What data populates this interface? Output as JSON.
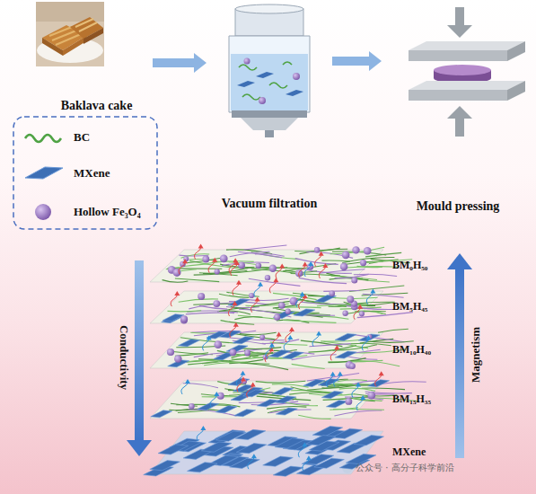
{
  "diagram": {
    "nodes": [
      {
        "text": [
          "Baklava cake"
        ]
      },
      {
        "text": [
          "Vacuum filtration"
        ]
      },
      {
        "text": [
          "Mould pressing"
        ]
      },
      {
        "text": [
          "BM₀H₅₀"
        ]
      },
      {
        "text": [
          "BM₅H₄₅"
        ]
      },
      {
        "text": [
          "BM₁₀H₄₀"
        ]
      },
      {
        "text": [
          "BM₁₅H₃₅"
        ]
      },
      {
        "text": [
          "MXene"
        ]
      }
    ],
    "edges": [
      {
        "from": 0,
        "to": 1,
        "arrow": "to"
      },
      {
        "from": 1,
        "to": 2,
        "arrow": "to"
      }
    ],
    "labels": [
      "Conductivity",
      "Magnetism",
      "公众号 · 高分子科学前沿"
    ],
    "legend": [
      {
        "text": "BC"
      },
      {
        "text": "MXene"
      },
      {
        "text": "Hollow Fe₃O₄"
      }
    ]
  }
}
